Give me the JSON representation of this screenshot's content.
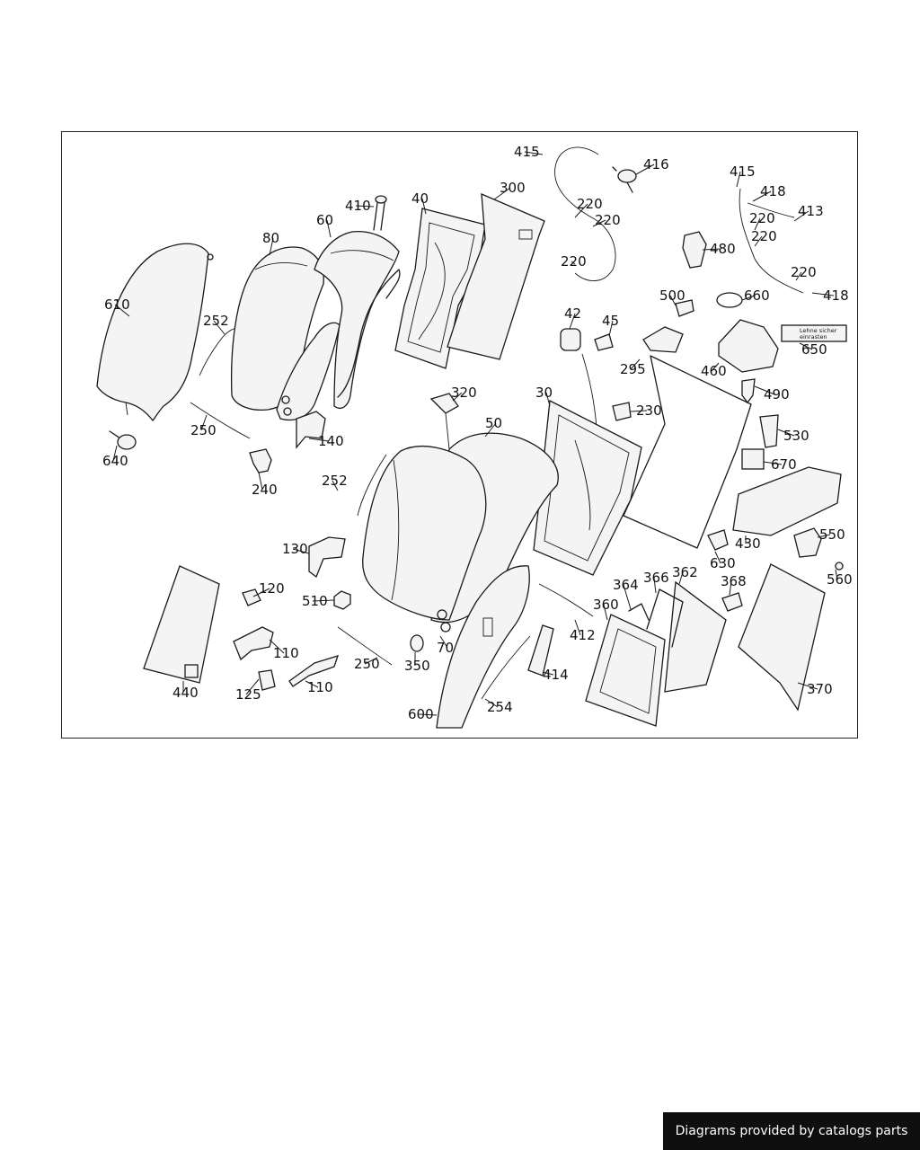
{
  "diagram": {
    "callouts": [
      {
        "id": "610",
        "label": "610"
      },
      {
        "id": "640",
        "label": "640"
      },
      {
        "id": "252a",
        "label": "252"
      },
      {
        "id": "250a",
        "label": "250"
      },
      {
        "id": "240",
        "label": "240"
      },
      {
        "id": "80",
        "label": "80"
      },
      {
        "id": "60",
        "label": "60"
      },
      {
        "id": "140",
        "label": "140"
      },
      {
        "id": "410",
        "label": "410"
      },
      {
        "id": "40",
        "label": "40"
      },
      {
        "id": "300",
        "label": "300"
      },
      {
        "id": "415a",
        "label": "415"
      },
      {
        "id": "220a",
        "label": "220"
      },
      {
        "id": "220b",
        "label": "220"
      },
      {
        "id": "220c",
        "label": "220"
      },
      {
        "id": "416",
        "label": "416"
      },
      {
        "id": "415b",
        "label": "415"
      },
      {
        "id": "418a",
        "label": "418"
      },
      {
        "id": "220d",
        "label": "220"
      },
      {
        "id": "413",
        "label": "413"
      },
      {
        "id": "220e",
        "label": "220"
      },
      {
        "id": "220f",
        "label": "220"
      },
      {
        "id": "418b",
        "label": "418"
      },
      {
        "id": "480",
        "label": "480"
      },
      {
        "id": "500",
        "label": "500"
      },
      {
        "id": "660",
        "label": "660"
      },
      {
        "id": "42",
        "label": "42"
      },
      {
        "id": "45",
        "label": "45"
      },
      {
        "id": "650",
        "label": "650"
      },
      {
        "id": "295",
        "label": "295"
      },
      {
        "id": "460",
        "label": "460"
      },
      {
        "id": "490",
        "label": "490"
      },
      {
        "id": "320",
        "label": "320"
      },
      {
        "id": "30",
        "label": "30"
      },
      {
        "id": "230",
        "label": "230"
      },
      {
        "id": "50",
        "label": "50"
      },
      {
        "id": "530",
        "label": "530"
      },
      {
        "id": "670",
        "label": "670"
      },
      {
        "id": "252b",
        "label": "252"
      },
      {
        "id": "130",
        "label": "130"
      },
      {
        "id": "430",
        "label": "430"
      },
      {
        "id": "550",
        "label": "550"
      },
      {
        "id": "630",
        "label": "630"
      },
      {
        "id": "560",
        "label": "560"
      },
      {
        "id": "120",
        "label": "120"
      },
      {
        "id": "510",
        "label": "510"
      },
      {
        "id": "364",
        "label": "364"
      },
      {
        "id": "366",
        "label": "366"
      },
      {
        "id": "362",
        "label": "362"
      },
      {
        "id": "368",
        "label": "368"
      },
      {
        "id": "360",
        "label": "360"
      },
      {
        "id": "110a",
        "label": "110"
      },
      {
        "id": "70",
        "label": "70"
      },
      {
        "id": "412",
        "label": "412"
      },
      {
        "id": "250b",
        "label": "250"
      },
      {
        "id": "350",
        "label": "350"
      },
      {
        "id": "414",
        "label": "414"
      },
      {
        "id": "440",
        "label": "440"
      },
      {
        "id": "125",
        "label": "125"
      },
      {
        "id": "110b",
        "label": "110"
      },
      {
        "id": "370",
        "label": "370"
      },
      {
        "id": "254",
        "label": "254"
      },
      {
        "id": "600",
        "label": "600"
      }
    ],
    "warning_label": {
      "line1": "Lehne sicher",
      "line2": "einrasten"
    }
  },
  "footer": {
    "credit": "Diagrams provided by catalogs parts"
  },
  "colors": {
    "line": "#1a1a1a",
    "background": "#ffffff",
    "badge": "#0f0f0f"
  }
}
